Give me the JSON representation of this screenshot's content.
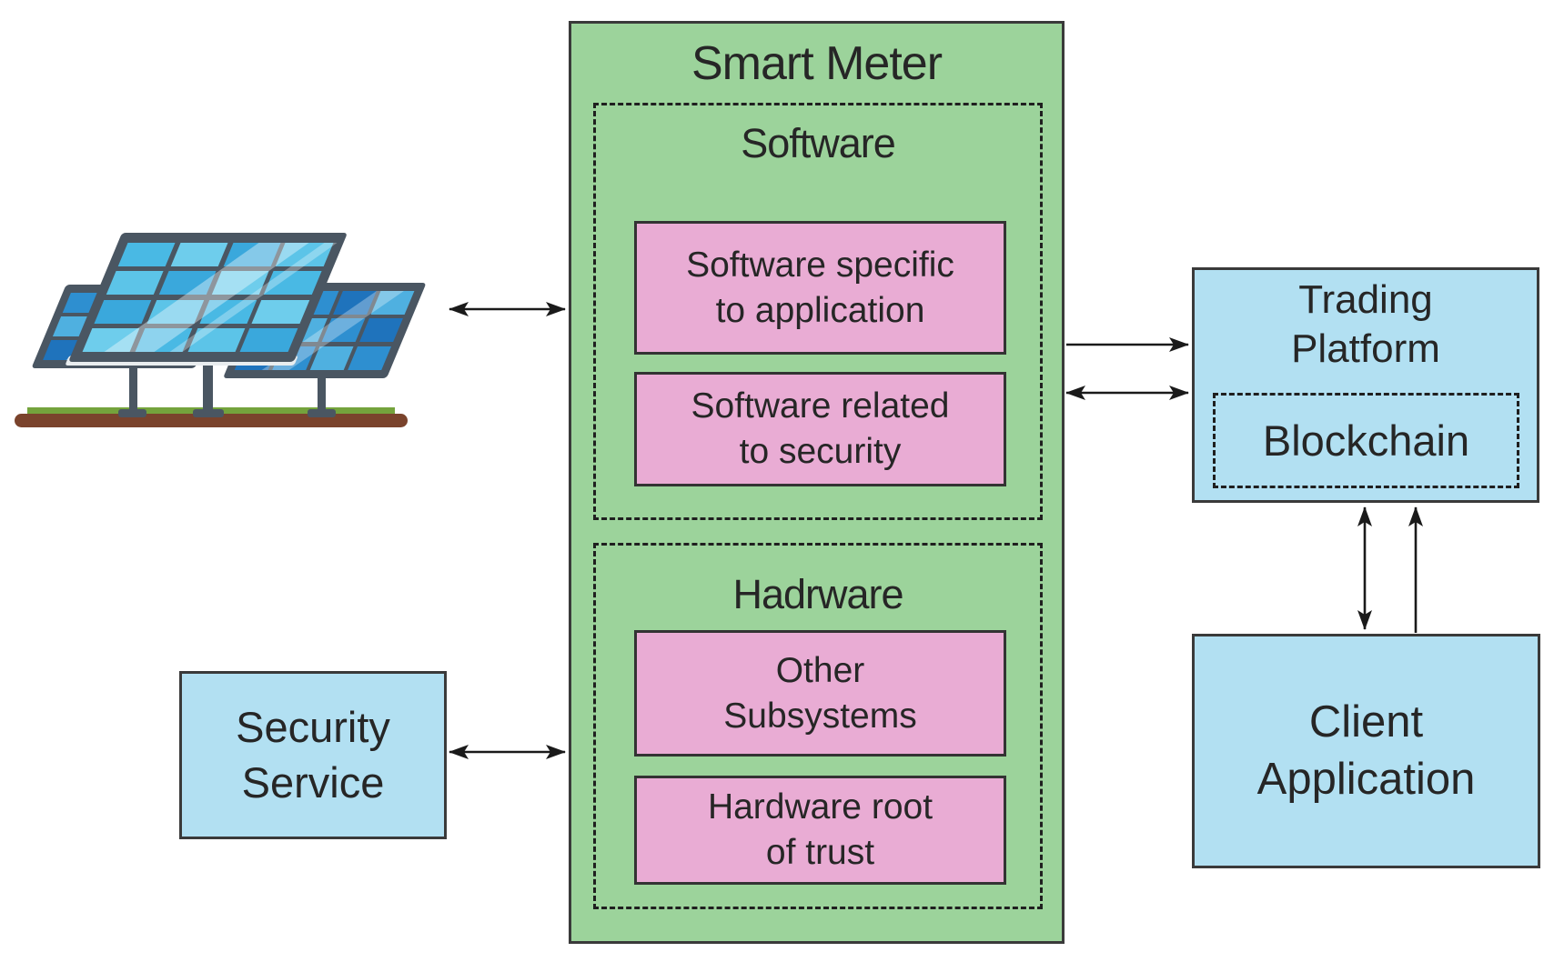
{
  "colors": {
    "green_box": "#9cd39b",
    "pink_box": "#e9acd4",
    "blue_box": "#b2e0f2",
    "border_dark": "#3a3a3a",
    "arrow": "#1a1a1a",
    "panel_frame": "#4a5662",
    "ground_brown": "#7a432c",
    "grass_green": "#74a33c"
  },
  "smart_meter": {
    "title": "Smart Meter",
    "software_section": {
      "title": "Software",
      "items": [
        {
          "label": "Software specific\nto application"
        },
        {
          "label": "Software related\nto security"
        }
      ]
    },
    "hardware_section": {
      "title": "Hadrware",
      "items": [
        {
          "label": "Other\nSubsystems"
        },
        {
          "label": "Hardware root\nof trust"
        }
      ]
    }
  },
  "security_service": {
    "label": "Security\nService"
  },
  "trading_platform": {
    "title": "Trading\nPlatform",
    "blockchain_label": "Blockchain"
  },
  "client_application": {
    "label": "Client\nApplication"
  },
  "solar_panels": {
    "icon": "solar-panels-illustration"
  },
  "connections": [
    {
      "from": "solar-panels",
      "to": "smart-meter",
      "direction": "bidirectional"
    },
    {
      "from": "smart-meter",
      "to": "trading-platform",
      "direction": "one-way"
    },
    {
      "from": "smart-meter",
      "to": "trading-platform",
      "direction": "bidirectional"
    },
    {
      "from": "security-service",
      "to": "smart-meter",
      "direction": "bidirectional"
    },
    {
      "from": "trading-platform",
      "to": "client-application",
      "direction": "bidirectional"
    },
    {
      "from": "client-application",
      "to": "trading-platform",
      "direction": "one-way"
    }
  ]
}
